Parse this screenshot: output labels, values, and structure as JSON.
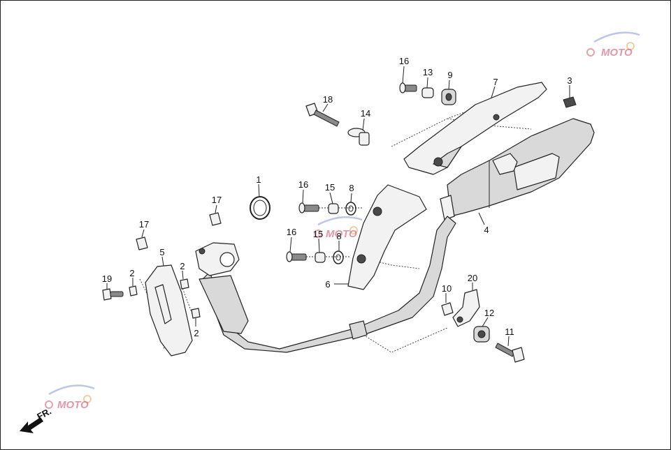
{
  "diagram": {
    "watermark_text": "MOTO",
    "direction_label": "FR.",
    "callouts": {
      "c1": "1",
      "c2a": "2",
      "c2b": "2",
      "c2c": "2",
      "c3": "3",
      "c4": "4",
      "c5": "5",
      "c6": "6",
      "c7": "7",
      "c8a": "8",
      "c8b": "8",
      "c9": "9",
      "c10": "10",
      "c11": "11",
      "c12": "12",
      "c13": "13",
      "c14": "14",
      "c15a": "15",
      "c15b": "15",
      "c16a": "16",
      "c16b": "16",
      "c16c": "16",
      "c17a": "17",
      "c17b": "17",
      "c18": "18",
      "c19": "19",
      "c20": "20"
    }
  }
}
